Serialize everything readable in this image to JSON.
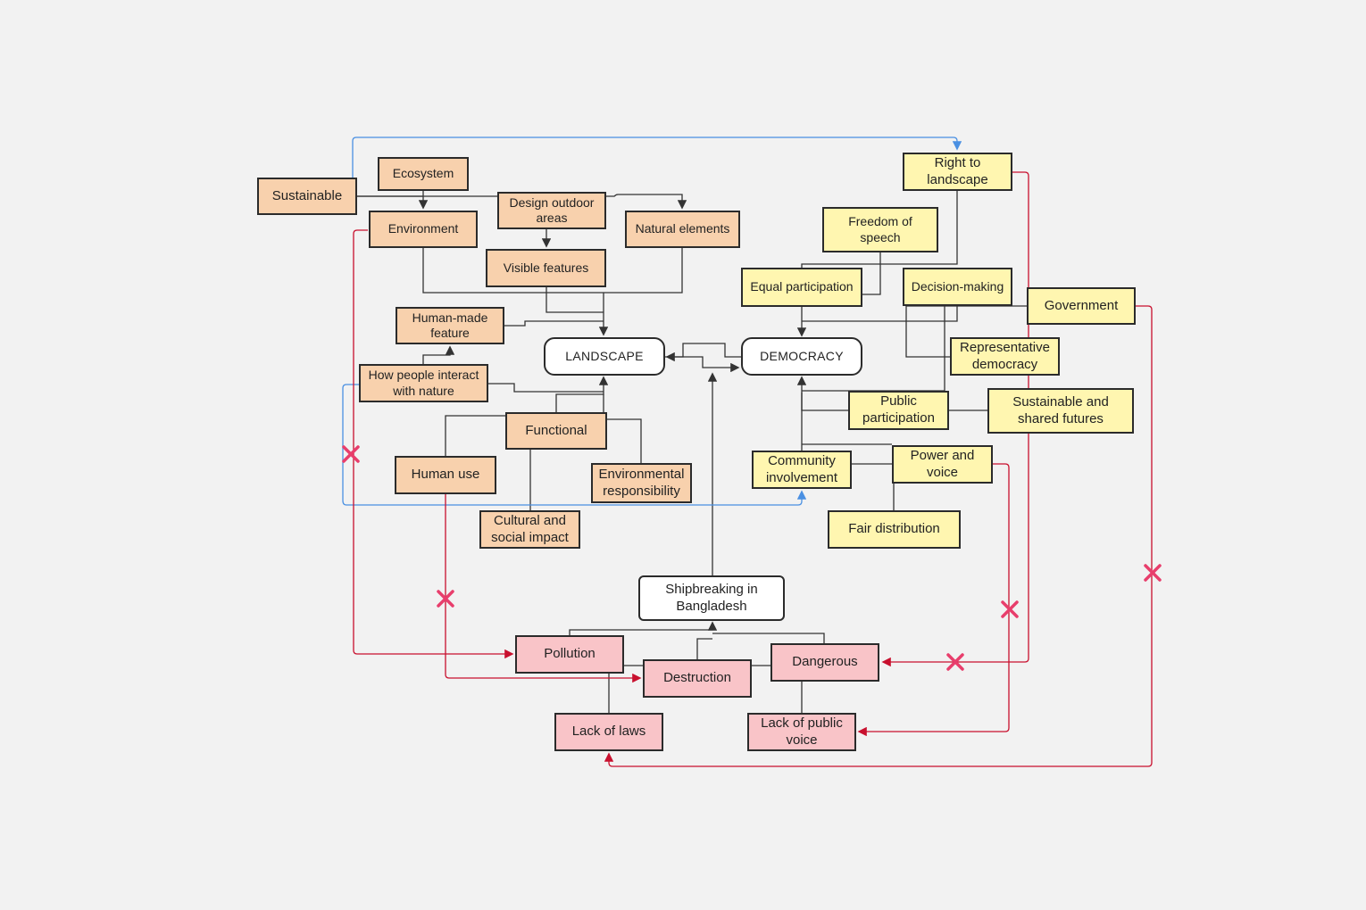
{
  "diagram": {
    "nodes": {
      "sustainable": "Sustainable",
      "ecosystem": "Ecosystem",
      "environment": "Environment",
      "design_outdoor": "Design outdoor areas",
      "natural_elements": "Natural elements",
      "visible_features": "Visible features",
      "human_made": "Human-made feature",
      "how_people": "How people interact with nature",
      "landscape": "LANDSCAPE",
      "functional": "Functional",
      "human_use": "Human use",
      "env_responsibility": "Environmental responsibility",
      "cultural_social": "Cultural and social impact",
      "right_to_landscape": "Right to landscape",
      "freedom_speech": "Freedom of speech",
      "equal_participation": "Equal participation",
      "decision_making": "Decision-making",
      "government": "Government",
      "democracy": "DEMOCRACY",
      "representative": "Representative democracy",
      "public_participation": "Public participation",
      "sustainable_futures": "Sustainable and shared futures",
      "community": "Community involvement",
      "power_voice": "Power and voice",
      "fair_distribution": "Fair distribution",
      "shipbreaking": "Shipbreaking in Bangladesh",
      "pollution": "Pollution",
      "destruction": "Destruction",
      "dangerous": "Dangerous",
      "lack_laws": "Lack of laws",
      "lack_voice": "Lack of public voice"
    },
    "colors": {
      "landscape_group": "#f8d1ad",
      "democracy_group": "#fff6b0",
      "problem_group": "#f9c4c8",
      "neutral_link": "#333333",
      "blue_link": "#4a90e2",
      "red_link": "#c8102e",
      "cross_mark": "#e83e6c",
      "background": "#f2f2f2"
    }
  }
}
